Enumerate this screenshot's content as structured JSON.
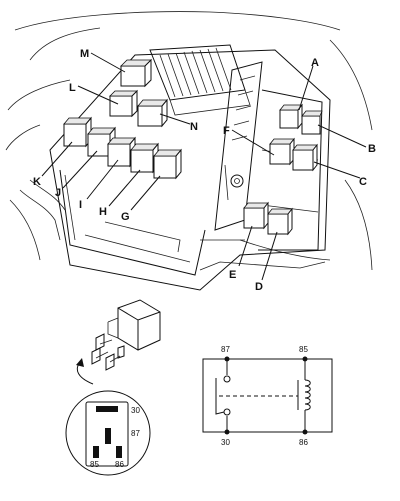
{
  "relay_callouts": [
    "A",
    "B",
    "C",
    "D",
    "E",
    "F",
    "G",
    "H",
    "I",
    "J",
    "K",
    "L",
    "M",
    "N"
  ],
  "socket_pins": [
    "30",
    "87",
    "85",
    "86"
  ],
  "schematic_pins": {
    "top_left": "87",
    "top_right": "85",
    "bottom_left": "30",
    "bottom_right": "86"
  }
}
